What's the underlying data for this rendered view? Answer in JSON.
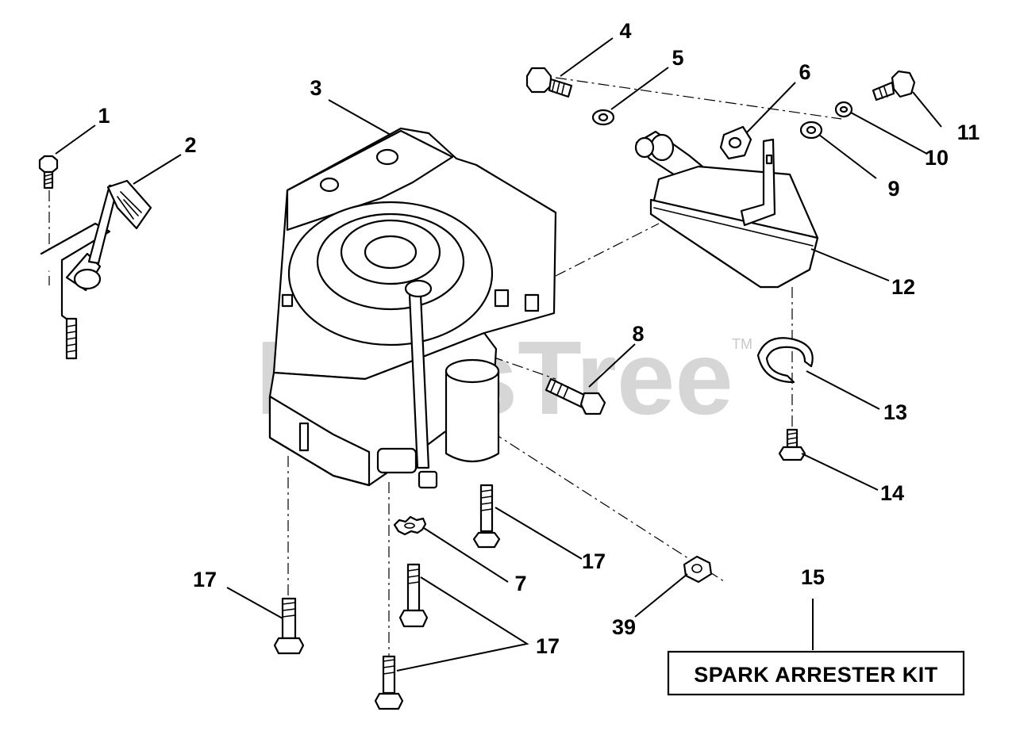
{
  "watermark": {
    "brand": "PartsTree",
    "trademark": "TM"
  },
  "kit_box": {
    "label": "SPARK ARRESTER KIT"
  },
  "callouts": [
    {
      "id": "c1",
      "text": "1"
    },
    {
      "id": "c2",
      "text": "2"
    },
    {
      "id": "c3",
      "text": "3"
    },
    {
      "id": "c4",
      "text": "4"
    },
    {
      "id": "c5",
      "text": "5"
    },
    {
      "id": "c6",
      "text": "6"
    },
    {
      "id": "c7",
      "text": "7"
    },
    {
      "id": "c8",
      "text": "8"
    },
    {
      "id": "c9",
      "text": "9"
    },
    {
      "id": "c10",
      "text": "10"
    },
    {
      "id": "c11",
      "text": "11"
    },
    {
      "id": "c12",
      "text": "12"
    },
    {
      "id": "c13",
      "text": "13"
    },
    {
      "id": "c14",
      "text": "14"
    },
    {
      "id": "c15",
      "text": "15"
    },
    {
      "id": "c17a",
      "text": "17"
    },
    {
      "id": "c17b",
      "text": "17"
    },
    {
      "id": "c17c",
      "text": "17"
    },
    {
      "id": "c39",
      "text": "39"
    }
  ]
}
